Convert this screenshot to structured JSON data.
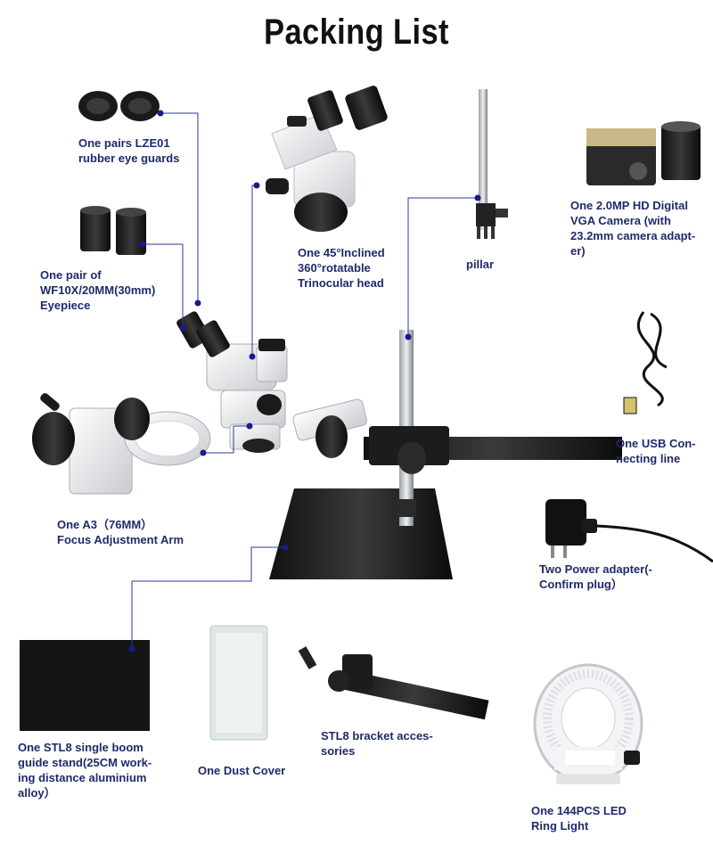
{
  "title": "Packing List",
  "colors": {
    "label": "#1f2a6b",
    "leader": "#2b3aa0",
    "dot": "#1a1a8a"
  },
  "items": {
    "eye_guards": [
      "One pairs LZE01",
      "rubber eye guards"
    ],
    "eyepiece": [
      "One pair of",
      "WF10X/20MM(30mm)",
      "Eyepiece"
    ],
    "head": [
      "One 45°Inclined",
      "360°rotatable",
      "Trinocular head"
    ],
    "pillar": [
      "pillar"
    ],
    "camera": [
      "One 2.0MP HD Digital",
      "VGA Camera (with",
      "23.2mm camera adapt-",
      "er)"
    ],
    "usb": [
      "One USB Con-",
      "necting line"
    ],
    "focus_arm": [
      "One A3（76MM）",
      "Focus Adjustment Arm"
    ],
    "power": [
      "Two Power adapter(-",
      "Confirm plug）"
    ],
    "guide_stand": [
      "One STL8 single boom",
      "guide stand(25CM work-",
      "ing distance aluminium",
      "alloy）"
    ],
    "dust_cover": [
      "One Dust Cover"
    ],
    "bracket": [
      "STL8 bracket acces-",
      "sories"
    ],
    "led": [
      "One 144PCS LED",
      "Ring Light"
    ]
  },
  "icons": [
    "rubber-eye-guard-icon",
    "eyepiece-icon",
    "trinocular-head-icon",
    "pillar-icon",
    "camera-icon",
    "usb-cable-icon",
    "focus-arm-icon",
    "power-adapter-icon",
    "base-plate-icon",
    "dust-cover-icon",
    "bracket-icon",
    "led-ring-light-icon",
    "microscope-assembly-icon"
  ]
}
